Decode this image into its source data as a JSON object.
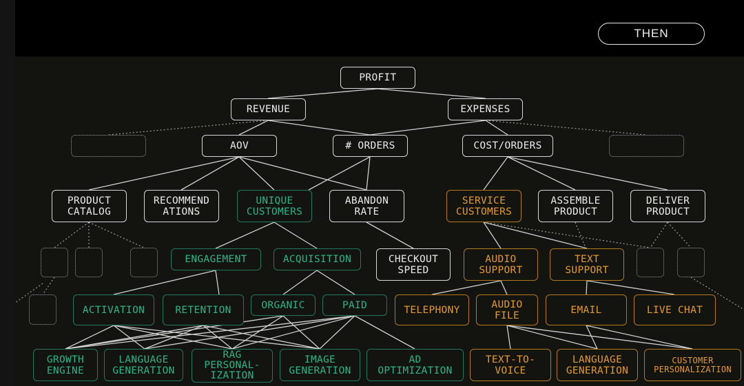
{
  "header": {
    "then_label": "THEN"
  },
  "colors": {
    "white_node": "#d8d8d8",
    "green_node": "#2bb58a",
    "orange_node": "#e59b2c",
    "edge": "#d0d0d0"
  },
  "tree": {
    "profit": "PROFIT",
    "revenue": "REVENUE",
    "expenses": "EXPENSES",
    "aov": "AOV",
    "orders": "# ORDERS",
    "cost_orders": "COST/ORDERS",
    "product_catalog": "PRODUCT\nCATALOG",
    "recommendations": "RECOMMEND\nATIONS",
    "unique_customers": "UNIQUE\nCUSTOMERS",
    "abandon_rate": "ABANDON\nRATE",
    "service_customers": "SERVICE\nCUSTOMERS",
    "assemble_product": "ASSEMBLE\nPRODUCT",
    "deliver_product": "DELIVER\nPRODUCT",
    "engagement": "ENGAGEMENT",
    "acquisition": "ACQUISITION",
    "checkout_speed": "CHECKOUT\nSPEED",
    "audio_support": "AUDIO\nSUPPORT",
    "text_support": "TEXT\nSUPPORT",
    "activation": "ACTIVATION",
    "retention": "RETENTION",
    "organic": "ORGANIC",
    "paid": "PAID",
    "telephony": "TELEPHONY",
    "audio_file": "AUDIO\nFILE",
    "email": "EMAIL",
    "live_chat": "LIVE CHAT",
    "growth_engine": "GROWTH\nENGINE",
    "language_generation_green": "LANGUAGE\nGENERATION",
    "rag_personalization": "RAG\nPERSONAL-\nIZATION",
    "image_generation": "IMAGE\nGENERATION",
    "ad_optimization": "AD\nOPTIMIZATION",
    "text_to_voice": "TEXT-TO-\nVOICE",
    "language_generation_orange": "LANGUAGE\nGENERATION",
    "customer_personalization": "CUSTOMER\nPERSONALIZATION"
  }
}
